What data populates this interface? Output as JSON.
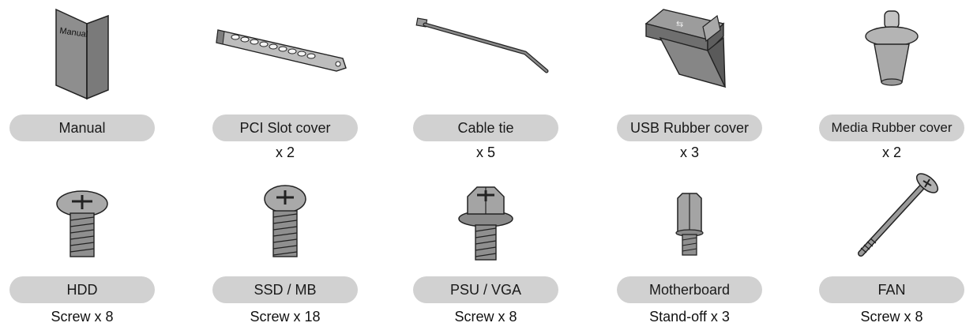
{
  "items_row1": [
    {
      "label": "Manual",
      "qty": "",
      "icon": "manual-booklet-icon"
    },
    {
      "label": "PCI Slot cover",
      "qty": "x 2",
      "icon": "pci-slot-cover-icon"
    },
    {
      "label": "Cable tie",
      "qty": "x 5",
      "icon": "cable-tie-icon"
    },
    {
      "label": "USB Rubber cover",
      "qty": "x 3",
      "icon": "usb-rubber-cover-icon"
    },
    {
      "label": "Media Rubber cover",
      "qty": "x 2",
      "icon": "media-rubber-cover-icon"
    }
  ],
  "items_row2": [
    {
      "label": "HDD",
      "qty": "Screw x 8",
      "icon": "hdd-screw-icon"
    },
    {
      "label": "SSD / MB",
      "qty": "Screw x 18",
      "icon": "ssd-mb-screw-icon"
    },
    {
      "label": "PSU / VGA",
      "qty": "Screw x 8",
      "icon": "psu-vga-screw-icon"
    },
    {
      "label": "Motherboard",
      "qty": "Stand-off x 3",
      "icon": "standoff-icon"
    },
    {
      "label": "FAN",
      "qty": "Screw x 8",
      "icon": "fan-screw-icon"
    }
  ],
  "manual_cover_text": "Manual",
  "colors": {
    "pill": "#d1d1d1",
    "line": "#222222",
    "part": "#9a9a9a",
    "part_dark": "#6e6e6e"
  }
}
